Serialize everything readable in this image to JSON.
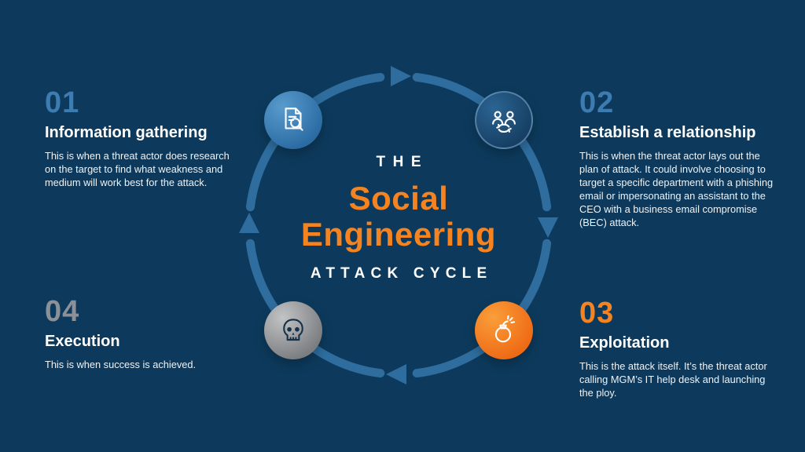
{
  "colors": {
    "background": "#0d3a5c",
    "arrow": "#2e6d9e",
    "accent_orange": "#f5831f",
    "accent_blue": "#3d7cb0",
    "accent_gray": "#8b9197",
    "text": "#ffffff"
  },
  "center": {
    "kicker": "THE",
    "title_line1": "Social",
    "title_line2": "Engineering",
    "subtitle": "ATTACK CYCLE"
  },
  "stages": [
    {
      "number": "01",
      "number_color": "#3d7cb0",
      "title": "Information gathering",
      "body": "This is when a threat actor does research on the target to find what weakness and medium will work best for the attack.",
      "icon": "document-search-icon"
    },
    {
      "number": "02",
      "number_color": "#3d7cb0",
      "title": "Establish a relationship",
      "body": "This is when the threat actor lays out the plan of attack. It could involve choosing to target a specific department with a phishing email or impersonating an assistant to the CEO with a business email compromise (BEC) attack.",
      "icon": "people-exchange-icon"
    },
    {
      "number": "03",
      "number_color": "#f5831f",
      "title": "Exploitation",
      "body": "This is the attack itself. It’s the threat actor calling MGM’s IT help desk and launching the ploy.",
      "icon": "bomb-icon"
    },
    {
      "number": "04",
      "number_color": "#8b9197",
      "title": "Execution",
      "body": "This is when success is achieved.",
      "icon": "skull-icon"
    }
  ]
}
